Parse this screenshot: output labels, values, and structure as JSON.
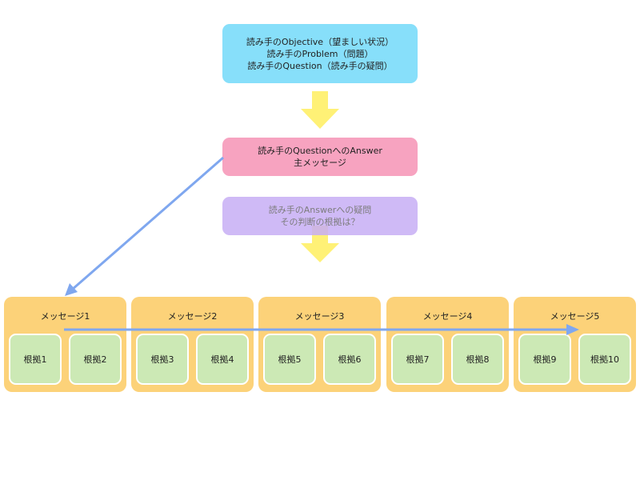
{
  "top_box": {
    "lines": [
      "読み手のObjective（望ましい状況）",
      "読み手のProblem（問題）",
      "読み手のQuestion（読み手の疑問）"
    ]
  },
  "answer_box": {
    "lines": [
      "読み手のQuestionへのAnswer",
      "主メッセージ"
    ]
  },
  "question_box": {
    "lines": [
      "読み手のAnswerへの疑問",
      "その判断の根拠は？"
    ]
  },
  "messages": [
    {
      "label": "メッセージ1",
      "evidence": [
        "根拠1",
        "根拠2"
      ]
    },
    {
      "label": "メッセージ2",
      "evidence": [
        "根拠3",
        "根拠4"
      ]
    },
    {
      "label": "メッセージ3",
      "evidence": [
        "根拠5",
        "根拠6"
      ]
    },
    {
      "label": "メッセージ4",
      "evidence": [
        "根拠7",
        "根拠8"
      ]
    },
    {
      "label": "メッセージ5",
      "evidence": [
        "根拠9",
        "根拠10"
      ]
    }
  ],
  "colors": {
    "objective_box": "#87dffa",
    "answer_box": "#f7a3c0",
    "question_box": "#c7aef5",
    "message_group": "#fcd279",
    "evidence_box": "#cce9b5",
    "down_arrow": "#fff176",
    "connector_arrow": "#7fa7ef"
  }
}
